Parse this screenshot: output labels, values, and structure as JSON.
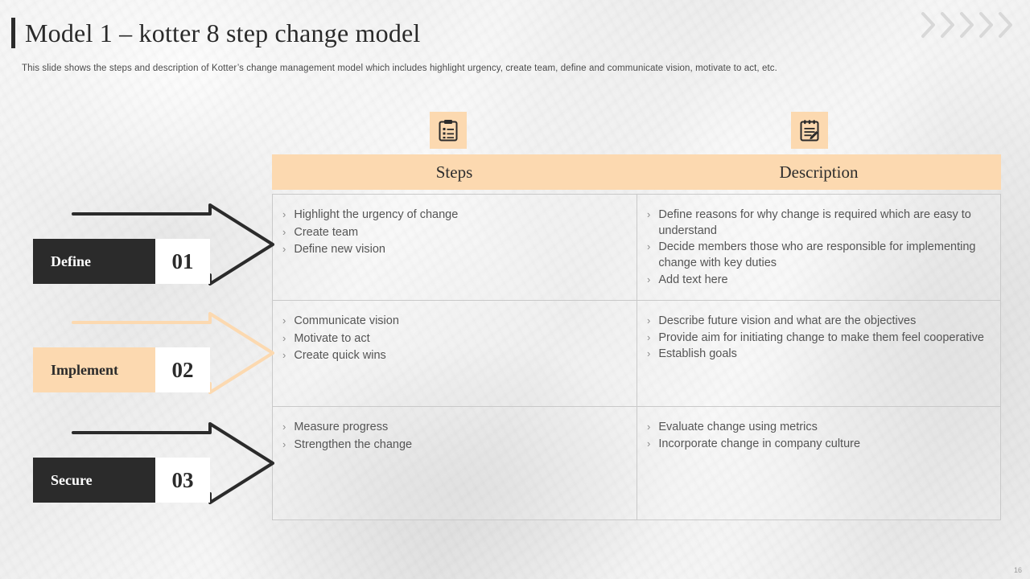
{
  "header": {
    "title": "Model 1 – kotter 8 step change model",
    "subtitle": "This slide shows the steps and description of Kotter’s change management model which includes highlight urgency, create team, define and communicate vision, motivate to act,  etc.",
    "chevron_icon": "chevron-right-icon",
    "chevron_count": 5
  },
  "icons": {
    "steps_tile": "clipboard-icon",
    "description_tile": "notepad-icon"
  },
  "table": {
    "headers": [
      "Steps",
      "Description"
    ],
    "rows": [
      {
        "steps": [
          "Highlight the urgency of change",
          "Create team",
          "Define new vision"
        ],
        "description": [
          "Define reasons for why change is required which are easy to understand",
          "Decide members those who are responsible for implementing change with key duties",
          "Add text here"
        ]
      },
      {
        "steps": [
          "Communicate vision",
          "Motivate to act",
          "Create quick wins"
        ],
        "description": [
          "Describe future vision and what are the objectives",
          "Provide aim for initiating change to make them feel cooperative",
          "Establish goals"
        ]
      },
      {
        "steps": [
          "Measure progress",
          "Strengthen the change"
        ],
        "description": [
          "Evaluate change using metrics",
          "Incorporate change in company culture"
        ]
      }
    ]
  },
  "stages": [
    {
      "label": "Define",
      "number": "01",
      "style": "dark"
    },
    {
      "label": "Implement",
      "number": "02",
      "style": "light"
    },
    {
      "label": "Secure",
      "number": "03",
      "style": "dark"
    }
  ],
  "footer": {
    "page_number": "16"
  },
  "colors": {
    "accent": "#fcd9b0",
    "dark": "#2b2b2b",
    "text": "#555555",
    "border": "#c9c9c9"
  },
  "bullet_glyph": "›"
}
